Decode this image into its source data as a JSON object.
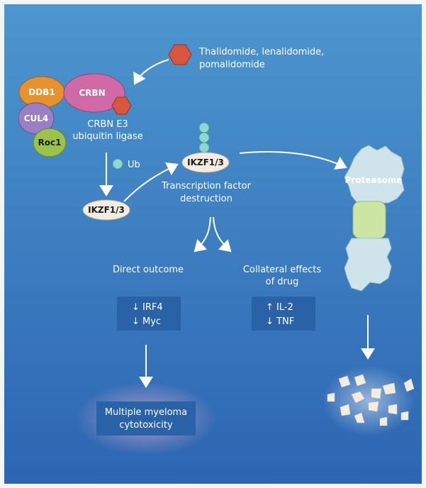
{
  "drug_label_line1": "Thalidomide, lenalidomide,",
  "drug_label_line2": "pomalidomide",
  "ligase": {
    "ddb1": "DDB1",
    "crbn": "CRBN",
    "cul4": "CUL4",
    "roc1": "Roc1",
    "caption_line1": "CRBN E3",
    "caption_line2": "ubiquitin ligase"
  },
  "ub_label": "Ub",
  "ikzf_substrate": "IKZF1/3",
  "ikzf_tagged": "IKZF1/3",
  "destruction_line1": "Transcription factor",
  "destruction_line2": "destruction",
  "proteasome_label": "Proteasome",
  "direct": {
    "title": "Direct outcome",
    "item1": "↓ IRF4",
    "item2": "↓ Myc"
  },
  "collateral": {
    "title_line1": "Collateral effects",
    "title_line2": "of drug",
    "item1": "↑ IL-2",
    "item2": "↓ TNF"
  },
  "outcome_line1": "Multiple myeloma",
  "outcome_line2": "cytotoxicity",
  "colors": {
    "bg_top": "#4d96cf",
    "bg_bottom": "#2d65b2",
    "drug_hexagon": "#d8563d",
    "ddb1": "#e6922e",
    "crbn": "#d06aa6",
    "cul4": "#9b7fc4",
    "roc1": "#9bc24a",
    "ubiquitin": "#8fd6d2",
    "proteasome": "#cfe4ea",
    "proteasome_core": "#cde5a4"
  }
}
